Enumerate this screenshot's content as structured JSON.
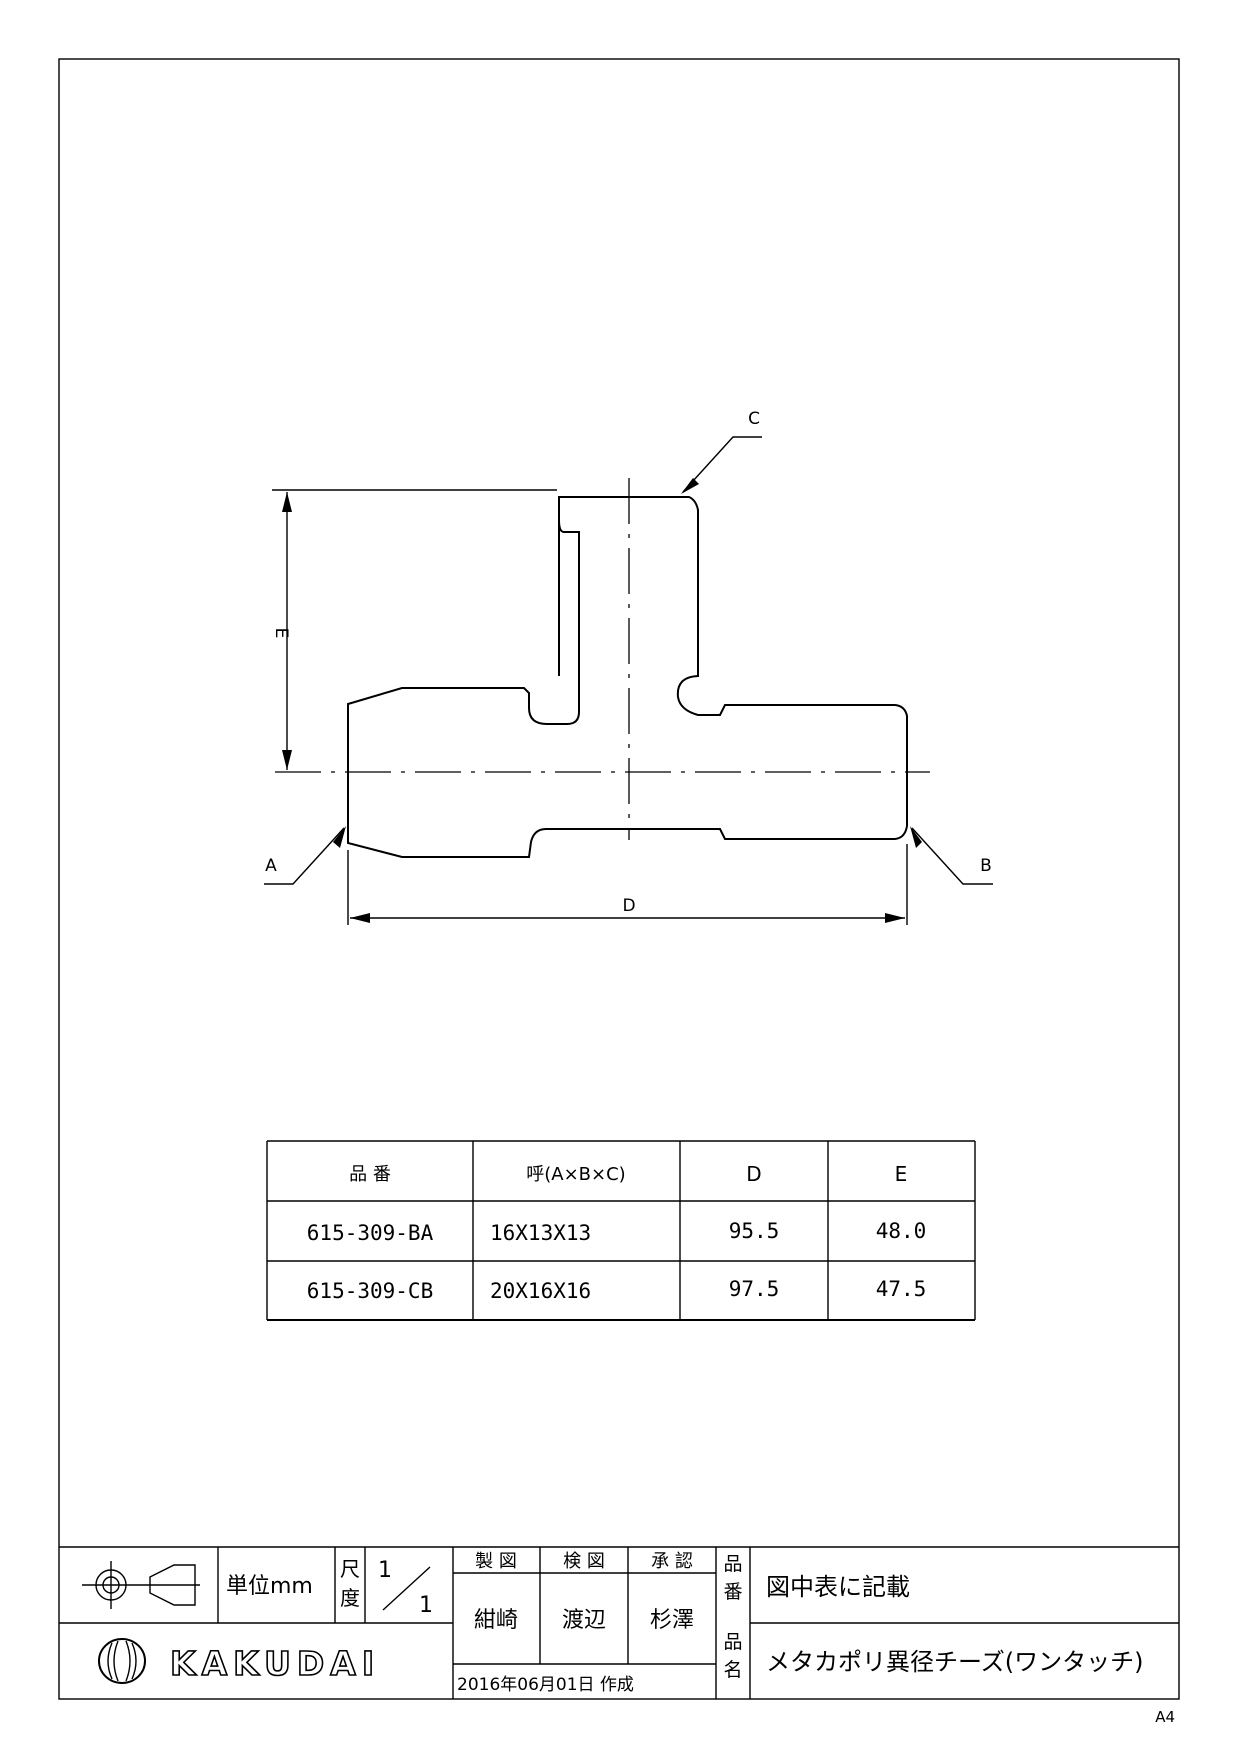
{
  "drawing": {
    "labels": {
      "a": "A",
      "b": "B",
      "c": "C",
      "d": "D",
      "e": "E"
    }
  },
  "table": {
    "headers": [
      "品 番",
      "呼(A×B×C)",
      "D",
      "E"
    ],
    "rows": [
      [
        "615-309-BA",
        "16X13X13",
        "95.5",
        "48.0"
      ],
      [
        "615-309-CB",
        "20X16X16",
        "97.5",
        "47.5"
      ]
    ]
  },
  "title_block": {
    "unit_label": "単位mm",
    "scale_label_1": "尺",
    "scale_label_2": "度",
    "scale_num": "1",
    "scale_den": "1",
    "roles": [
      "製 図",
      "検 図",
      "承 認"
    ],
    "names": [
      "紺崎",
      "渡辺",
      "杉澤"
    ],
    "part_no_label_1": "品",
    "part_no_label_2": "番",
    "part_no_value": "図中表に記載",
    "part_name_label_1": "品",
    "part_name_label_2": "名",
    "part_name_value": "メタカポリ異径チーズ(ワンタッチ)",
    "date_text": "2016年06月01日 作成",
    "company": "KAKUDAI",
    "symbol_icon": "third-angle-projection-icon",
    "logo_icon": "kakudai-logo-icon"
  },
  "sheet_size": "A4"
}
